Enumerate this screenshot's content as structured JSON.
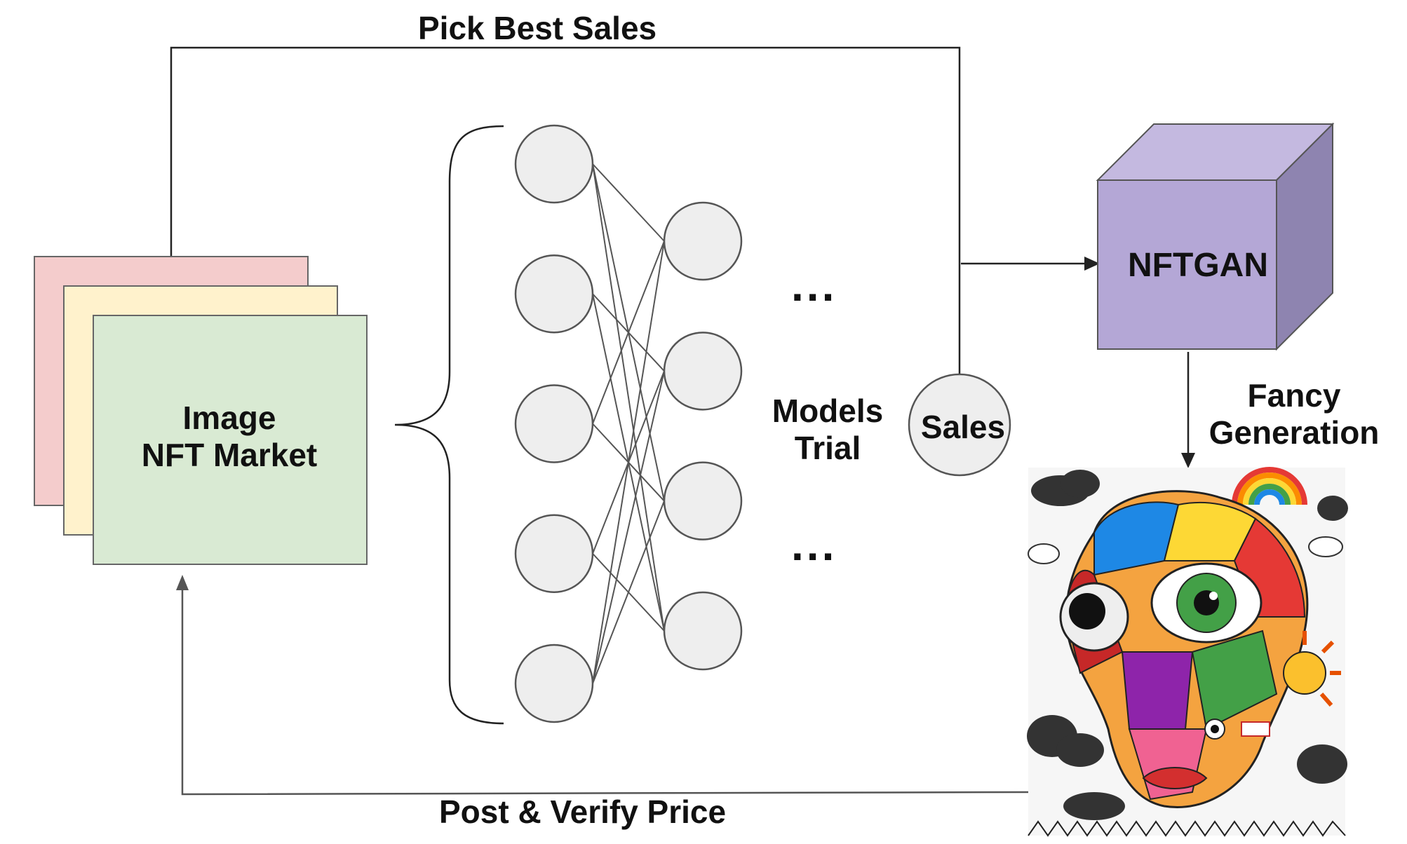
{
  "labels": {
    "pick_best_sales": "Pick Best Sales",
    "post_verify_price": "Post & Verify Price",
    "market_line1": "Image",
    "market_line2": "NFT Market",
    "models_line1": "Models",
    "models_line2": "Trial",
    "sales": "Sales",
    "nftgan": "NFTGAN",
    "fancy_line1": "Fancy",
    "fancy_line2": "Generation",
    "ellipsis": "..."
  },
  "colors": {
    "card_pink": "#f4cccc",
    "card_yellow": "#fff2cc",
    "card_green": "#d9ead3",
    "node_fill": "#eeeeee",
    "node_stroke": "#555555",
    "cube_front": "#b4a7d6",
    "cube_top": "#c4b9e0",
    "cube_side": "#8e84b0",
    "line": "#222222"
  },
  "network": {
    "layer1_nodes": 5,
    "layer2_nodes": 4
  },
  "artwork": {
    "icon": "surreal-colorful-face-artwork"
  }
}
